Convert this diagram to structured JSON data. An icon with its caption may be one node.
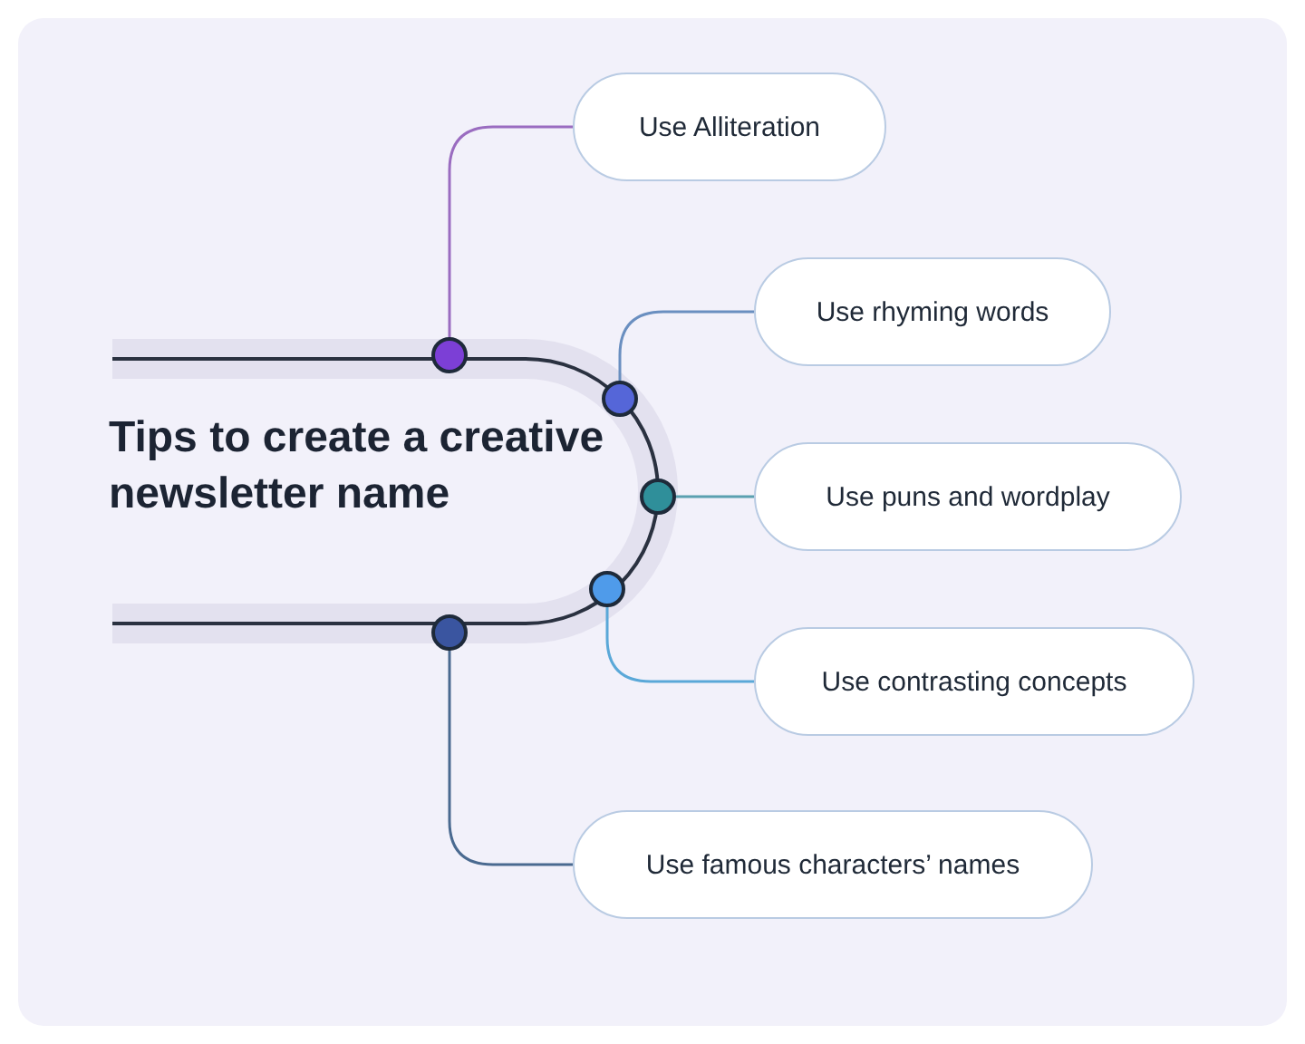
{
  "diagram": {
    "nodes": [
      {
        "text": [
          "Tips to create a creative newsletter name"
        ]
      },
      {
        "text": [
          "Use Alliteration"
        ]
      },
      {
        "text": [
          "Use rhyming words"
        ]
      },
      {
        "text": [
          "Use puns and wordplay"
        ]
      },
      {
        "text": [
          "Use contrasting concepts"
        ]
      },
      {
        "text": [
          "Use famous characters’ names"
        ]
      },
      {
        "text": [],
        "shape": "circle"
      },
      {
        "text": [],
        "shape": "circle"
      },
      {
        "text": [],
        "shape": "circle"
      },
      {
        "text": [],
        "shape": "circle"
      },
      {
        "text": [],
        "shape": "circle"
      }
    ],
    "edges": [
      {
        "from": 6,
        "to": 1,
        "arrow": "none",
        "color": "#9a6cc0"
      },
      {
        "from": 7,
        "to": 2,
        "arrow": "none",
        "color": "#6a8fc0"
      },
      {
        "from": 8,
        "to": 3,
        "arrow": "none",
        "color": "#5aa0b0"
      },
      {
        "from": 9,
        "to": 4,
        "arrow": "none",
        "color": "#5aa8d8"
      },
      {
        "from": 10,
        "to": 5,
        "arrow": "none",
        "color": "#4a6a90"
      }
    ]
  }
}
